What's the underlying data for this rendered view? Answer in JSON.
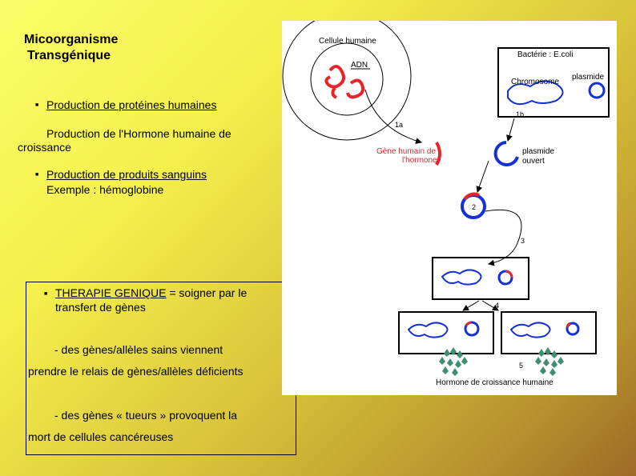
{
  "slide": {
    "title_line1": "Micoorganisme",
    "title_line2": "Transgénique",
    "bullet1": "Production de protéines humaines",
    "bullet1_sub_line1": "Production de l'Hormone humaine de",
    "bullet1_sub_line2": "croissance",
    "bullet2": "Production de produits sanguins",
    "bullet2_sub": "Exemple : hémoglobine",
    "bullet3_head": "THERAPIE GENIQUE",
    "bullet3_rest": " = soigner par le",
    "bullet3_line2": "transfert de gènes",
    "para1_line1": "- des gènes/allèles sains viennent",
    "para1_line2": "prendre le relais de gènes/allèles déficients",
    "para2_line1": "- des gènes « tueurs » provoquent la",
    "para2_line2": "mort de cellules cancéreuses",
    "bullet_glyph": "■"
  },
  "diagram": {
    "human_cell_label": "Cellule humaine",
    "adn_label": "ADN",
    "bacteria_label": "Bactérie : E.coli",
    "chromosome_label": "Chromosome",
    "plasmid_label": "plasmide",
    "step_1a": "1a",
    "step_1b": "1b",
    "human_gene_label_1": "Gène humain de",
    "human_gene_label_2": "l'hormone",
    "open_plasmid_label_1": "plasmide",
    "open_plasmid_label_2": "ouvert",
    "step_2": "2",
    "step_3": "3",
    "step_4": "4",
    "step_5": "5",
    "hormone_label": "Hormone de croissance humaine",
    "colors": {
      "gene": "#e8232a",
      "plasmid": "#1430d8",
      "hormone": "#3f8f6e"
    }
  }
}
